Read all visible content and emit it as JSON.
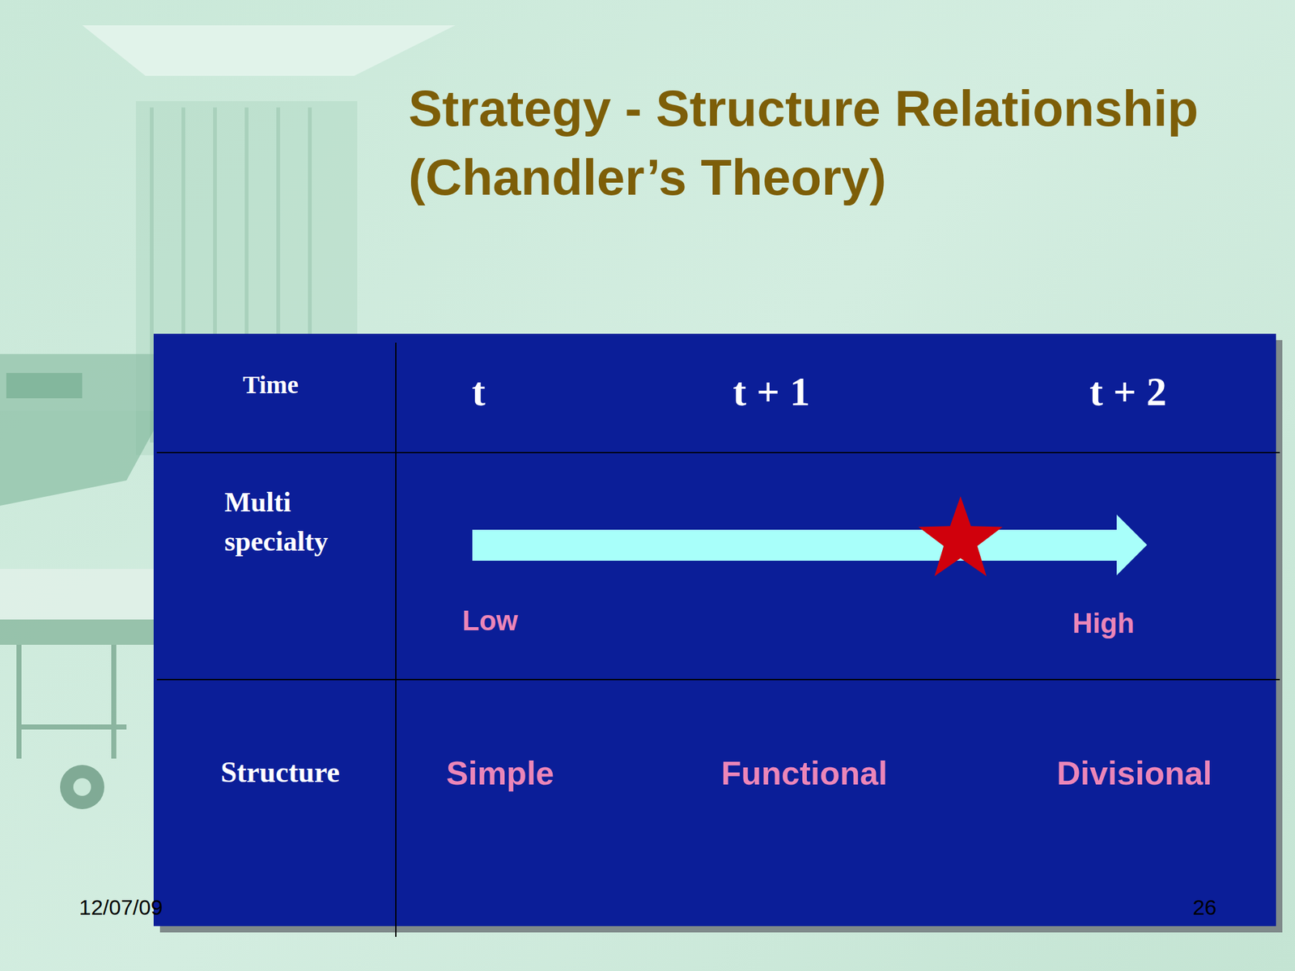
{
  "diagram": {
    "title": "Strategy - Structure Relationship (Chandler’s Theory)",
    "labels": [
      "Time",
      "t",
      "t + 1",
      "t + 2",
      "Multi specialty",
      "Low",
      "High",
      "Structure",
      "Simple",
      "Functional",
      "Divisional",
      "12/07/09",
      "26"
    ]
  }
}
